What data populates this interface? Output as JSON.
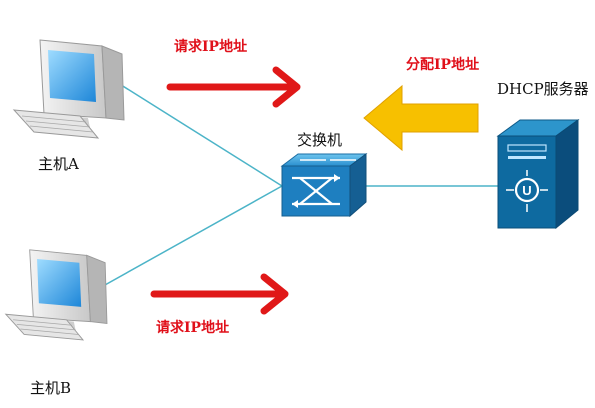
{
  "labels": {
    "request_ip_top": "请求IP地址",
    "request_ip_bottom": "请求IP地址",
    "assign_ip": "分配IP地址",
    "dhcp_server": "DHCP服务器",
    "switch": "交换机",
    "host_a": "主机A",
    "host_b": "主机B"
  },
  "colors": {
    "request_arrow": "#e01818",
    "assign_arrow": "#f7c000",
    "link_line": "#4cb4c8",
    "switch_body": "#1e7fc0",
    "server_body": "#0e6aa0"
  }
}
